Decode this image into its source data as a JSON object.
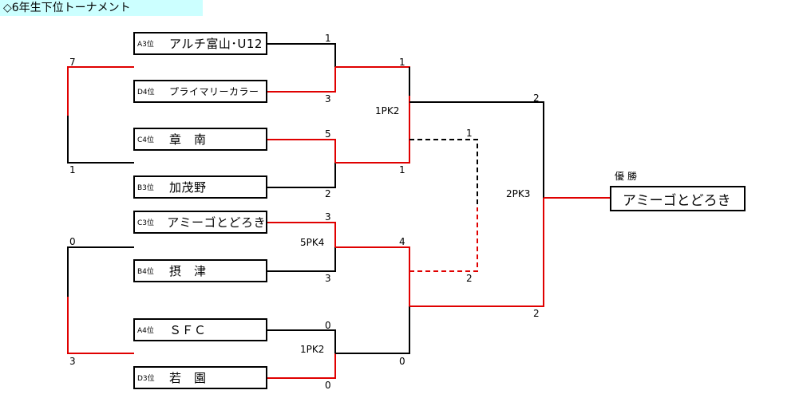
{
  "title": "◇6年生下位トーナメント",
  "teams": [
    {
      "seed": "A3位",
      "name": "アルチ富山･U12"
    },
    {
      "seed": "D4位",
      "name": "プライマリーカラー"
    },
    {
      "seed": "C4位",
      "name": "章　南"
    },
    {
      "seed": "B3位",
      "name": "加茂野"
    },
    {
      "seed": "C3位",
      "name": "アミーゴとどろき"
    },
    {
      "seed": "B4位",
      "name": "摂　津"
    },
    {
      "seed": "A4位",
      "name": "ＳＦＣ"
    },
    {
      "seed": "D3位",
      "name": "若　園"
    }
  ],
  "champion": {
    "label": "優勝",
    "name": "アミーゴとどろき"
  },
  "scores": {
    "left_top_a": "7",
    "left_top_b": "1",
    "left_bot_a": "0",
    "left_bot_b": "3",
    "r1_m1_a": "1",
    "r1_m1_b": "3",
    "r1_m2_a": "5",
    "r1_m2_b": "2",
    "r1_m3_a": "3",
    "r1_m3_b": "3",
    "r1_m3_pk": "5PK4",
    "r1_m4_a": "0",
    "r1_m4_b": "0",
    "r1_m4_pk": "1PK2",
    "sf1_a": "1",
    "sf1_b": "1",
    "sf1_pk": "1PK2",
    "sf2_a": "4",
    "sf2_b": "0",
    "third_a": "1",
    "third_b": "2",
    "final_a": "2",
    "final_b": "2",
    "final_pk": "2PK3"
  },
  "colors": {
    "win": "#e00000",
    "lose": "#000000",
    "title_bg": "#ccffff"
  }
}
